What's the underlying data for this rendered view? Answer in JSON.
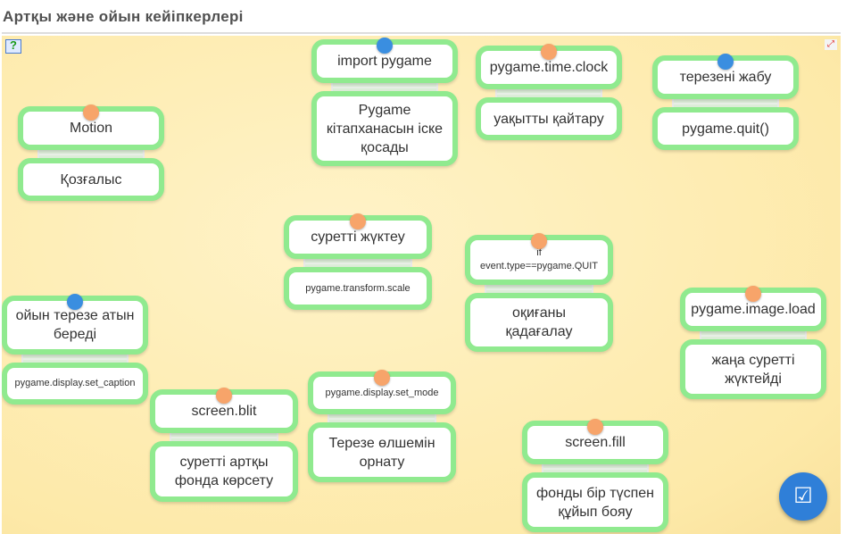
{
  "title": "Артқы және ойын кейіпкерлері",
  "colors": {
    "orange": "#f7a46a",
    "blue": "#3a8ee0",
    "border": "#90ea8f",
    "check": "#2f7fd8"
  },
  "icons": {
    "help": "help-icon",
    "fullscreen": "fullscreen-icon",
    "check": "check-icon"
  },
  "pairs": [
    {
      "top": "Motion",
      "bottom": "Қозғалыс",
      "pin": "orange"
    },
    {
      "top": "import pygame",
      "bottom": "Pygame кітапханасын іске қосады",
      "pin": "blue"
    },
    {
      "top": "pygame.time.clock",
      "bottom": "уақытты қайтару",
      "pin": "orange"
    },
    {
      "top": "терезені жабу",
      "bottom": "pygame.quit()",
      "pin": "blue"
    },
    {
      "top": "суретті жүктеу",
      "bottom": "pygame.transform.scale",
      "pin": "orange"
    },
    {
      "top": "if event.type==pygame.QUIT",
      "bottom": "оқиғаны қадағалау",
      "pin": "orange"
    },
    {
      "top": "ойын терезе атын береді",
      "bottom": "pygame.display.set_caption",
      "pin": "blue"
    },
    {
      "top": "pygame.image.load",
      "bottom": "жаңа суретті жүктейді",
      "pin": "orange"
    },
    {
      "top": "screen.blit",
      "bottom": "суретті артқы фонда көрсету",
      "pin": "orange"
    },
    {
      "top": "pygame.display.set_mode",
      "bottom": "Терезе өлшемін орнату",
      "pin": "orange"
    },
    {
      "top": "screen.fill",
      "bottom": "фонды бір түспен құйып бояу",
      "pin": "orange"
    }
  ]
}
